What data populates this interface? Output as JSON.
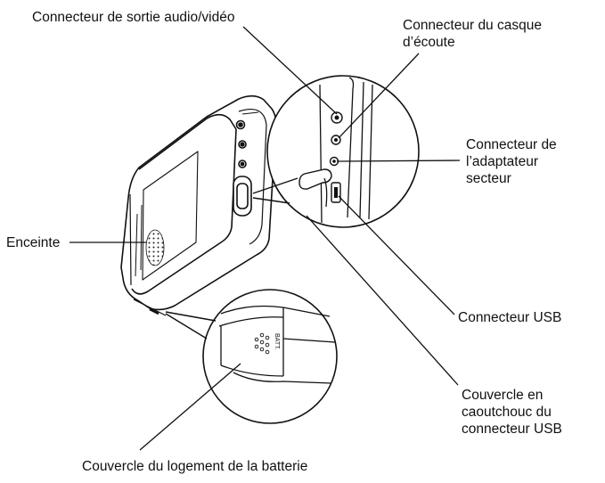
{
  "labels": {
    "av_out": "Connecteur de sortie audio/vidéo",
    "headphone": [
      "Connecteur du casque",
      "d’écoute"
    ],
    "adapter": [
      "Connecteur de",
      "l’adaptateur",
      "secteur"
    ],
    "speaker": "Enceinte",
    "usb": "Connecteur USB",
    "usb_cover": [
      "Couvercle en",
      "caoutchouc du",
      "connecteur USB"
    ],
    "battery_cover": "Couvercle du logement de la batterie"
  },
  "device_marks": {
    "batt_text": "BATT."
  }
}
